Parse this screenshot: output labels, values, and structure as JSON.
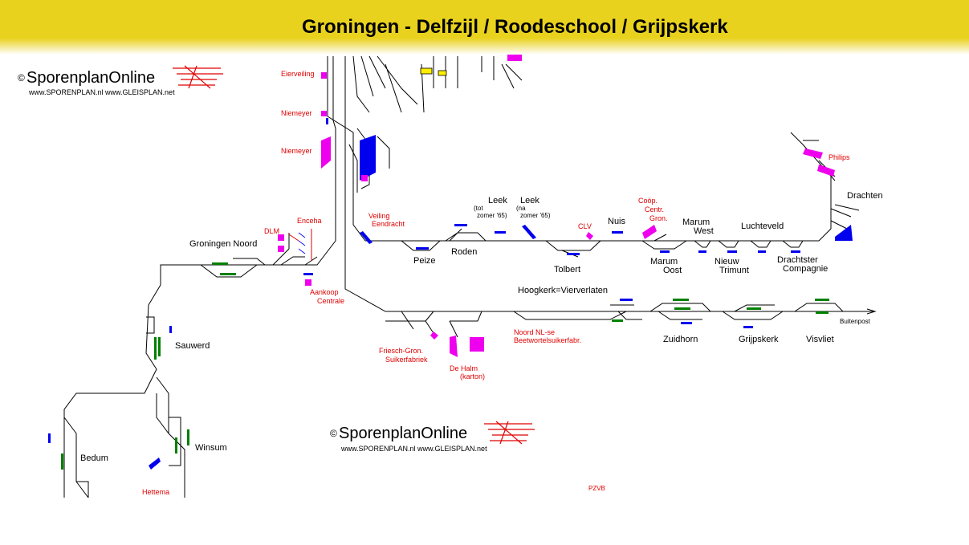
{
  "header": {
    "title": "Groningen - Delfzijl / Roodeschool / Grijpskerk",
    "bg_color": "#e9d21e"
  },
  "logos": [
    {
      "main": "SporenplanOnline",
      "copyright": "©",
      "sub": "www.SPORENPLAN.nl   www.GLEISPLAN.net"
    },
    {
      "main": "SporenplanOnline",
      "copyright": "©",
      "sub": "www.SPORENPLAN.nl   www.GLEISPLAN.net"
    }
  ],
  "stations": {
    "groningen_noord": "Groningen Noord",
    "sauwerd": "Sauwerd",
    "bedum": "Bedum",
    "winsum": "Winsum",
    "peize": "Peize",
    "roden": "Roden",
    "leek_tot": "Leek",
    "leek_tot_note": "(tot\nzomer '65)",
    "leek_na": "Leek",
    "leek_na_note": "(na\nzomer '65)",
    "tolbert": "Tolbert",
    "nuis": "Nuis",
    "marum_west": "Marum\nWest",
    "marum_oost": "Marum\nOost",
    "luchteveld": "Luchteveld",
    "nieuw_trimunt": "Nieuw\nTrimunt",
    "drachtster_compagnie": "Drachtster\nCompagnie",
    "drachten": "Drachten",
    "hoogkerk": "Hoogkerk=Vierverlaten",
    "zuidhorn": "Zuidhorn",
    "grijpskerk": "Grijpskerk",
    "visvliet": "Visvliet",
    "buitenpost": "Buitenpost"
  },
  "sidings": {
    "eierveiling": "Eierveiling",
    "niemeyer1": "Niemeyer",
    "niemeyer2": "Niemeyer",
    "dlm": "DLM",
    "enceha": "Enceha",
    "veiling": "Veiling\nEendracht",
    "aankoop": "Aankoop\nCentrale",
    "friesch": "Friesch-Gron.\nSuikerfabriek",
    "dehalm": "De Halm\n(karton)",
    "noordnl": "Noord NL-se\nBeetwortelsuikerfabr.",
    "clv": "CLV",
    "coop": "Coöp.\nCentr.\nGron.",
    "philips": "Philips",
    "hettema": "Hettema",
    "pzvb": "PZVB"
  },
  "colors": {
    "platform_blue": "#0000ee",
    "platform_green": "#008000",
    "industry_magenta": "#ee00ee",
    "siding_red": "#e00000",
    "yellow_signal": "#ffee00"
  }
}
